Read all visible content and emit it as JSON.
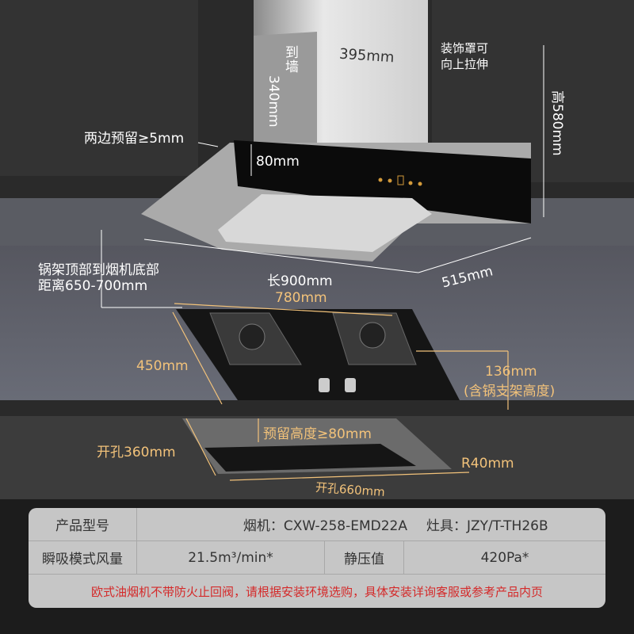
{
  "hood": {
    "chimney_width": "395mm",
    "chimney_depth_line1": "到墙",
    "chimney_depth_line2": "340mm",
    "cover_note_line1": "装饰罩可",
    "cover_note_line2": "向上拉伸",
    "side_gap": "两边预留≥5mm",
    "panel_height": "80mm",
    "total_height": "高580mm",
    "length": "长900mm",
    "depth": "515mm",
    "mount_distance_line1": "锅架顶部到烟机底部",
    "mount_distance_line2": "距离650-700mm"
  },
  "stove": {
    "width": "780mm",
    "depth": "450mm",
    "height_line1": "136mm",
    "height_line2": "(含锅支架高度)",
    "reserve_height": "预留高度≥80mm",
    "cutout_depth": "开孔360mm",
    "corner_radius": "R40mm",
    "cutout_width": "开孔660mm"
  },
  "specs": {
    "model_label": "产品型号",
    "hood_model": "烟机：CXW-258-EMD22A",
    "stove_model": "灶具：JZY/T-TH26B",
    "airflow_label": "瞬吸模式风量",
    "airflow_value": "21.5m³/min*",
    "pressure_label": "静压值",
    "pressure_value": "420Pa*",
    "note": "欧式油烟机不带防火止回阀，请根据安装环境选购，具体安装详询客服或参考产品内页"
  },
  "colors": {
    "accent": "#f2c27a",
    "warning": "#d42a2a"
  }
}
